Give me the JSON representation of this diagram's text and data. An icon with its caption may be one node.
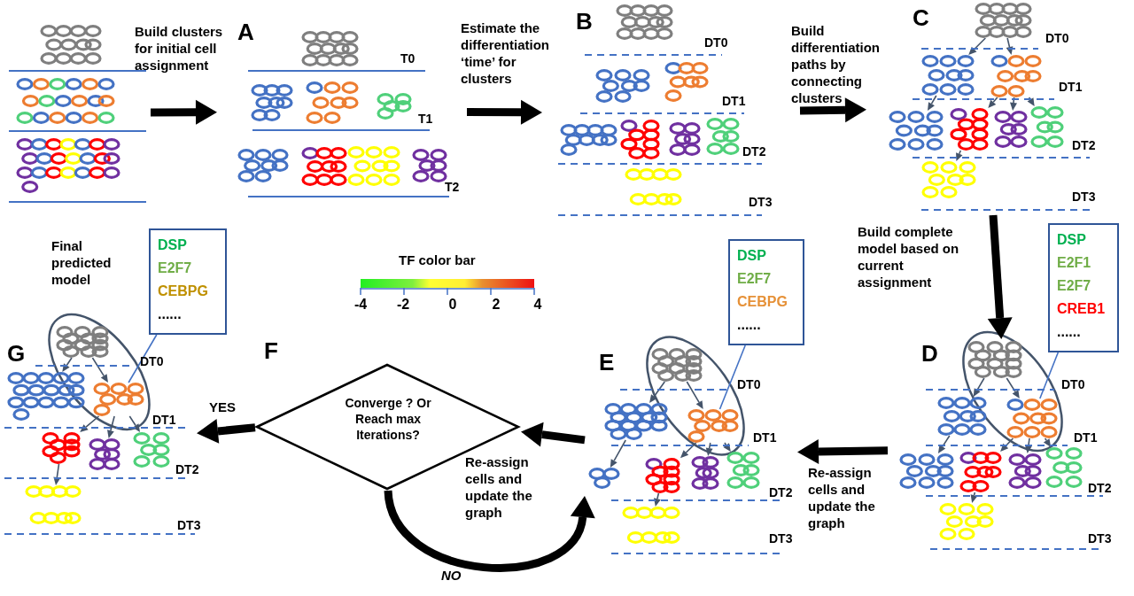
{
  "diagram": {
    "nodes": [
      {
        "text": [],
        "shape": "box"
      },
      {
        "text": [
          "A"
        ]
      },
      {
        "text": [
          "B"
        ]
      },
      {
        "text": [
          "C"
        ]
      },
      {
        "text": [
          "D"
        ]
      },
      {
        "text": [
          "E"
        ]
      },
      {
        "text": [
          "F",
          "Converge ? Or Reach max Iterations?"
        ]
      },
      {
        "text": [
          "G"
        ]
      },
      {
        "text": [],
        "shape": "circle",
        "in": 3
      },
      {
        "text": [],
        "shape": "circle",
        "in": 3
      },
      {
        "text": [],
        "shape": "circle",
        "in": 3
      },
      {
        "text": [],
        "shape": "circle",
        "in": 3
      },
      {
        "text": [],
        "shape": "circle",
        "in": 3
      },
      {
        "text": [],
        "shape": "circle",
        "in": 3
      },
      {
        "text": [],
        "shape": "circle",
        "in": 3
      },
      {
        "text": [],
        "shape": "circle",
        "in": 3
      },
      {
        "text": [],
        "shape": "circle",
        "in": 4
      },
      {
        "text": [],
        "shape": "circle",
        "in": 4
      },
      {
        "text": [],
        "shape": "circle",
        "in": 4
      },
      {
        "text": [],
        "shape": "circle",
        "in": 4
      },
      {
        "text": [],
        "shape": "circle",
        "in": 4
      },
      {
        "text": [],
        "shape": "circle",
        "in": 4
      },
      {
        "text": [],
        "shape": "circle",
        "in": 4
      },
      {
        "text": [],
        "shape": "circle",
        "in": 4
      },
      {
        "text": [
          "DSP",
          "E2F1",
          "E2F7",
          "CREB1",
          "......"
        ]
      },
      {
        "text": [],
        "shape": "circle",
        "in": 5
      },
      {
        "text": [],
        "shape": "circle",
        "in": 5
      },
      {
        "text": [],
        "shape": "circle",
        "in": 5
      },
      {
        "text": [],
        "shape": "circle",
        "in": 5
      },
      {
        "text": [],
        "shape": "circle",
        "in": 5
      },
      {
        "text": [],
        "shape": "circle",
        "in": 5
      },
      {
        "text": [],
        "shape": "circle",
        "in": 5
      },
      {
        "text": [],
        "shape": "circle",
        "in": 5
      },
      {
        "text": [
          "DSP",
          "E2F7",
          "CEBPG",
          "......"
        ]
      },
      {
        "text": [],
        "shape": "circle",
        "in": 7
      },
      {
        "text": [],
        "shape": "circle",
        "in": 7
      },
      {
        "text": [],
        "shape": "circle",
        "in": 7
      },
      {
        "text": [],
        "shape": "circle",
        "in": 7
      },
      {
        "text": [],
        "shape": "circle",
        "in": 7
      },
      {
        "text": [],
        "shape": "circle",
        "in": 7
      },
      {
        "text": [],
        "shape": "circle",
        "in": 7
      },
      {
        "text": [
          "DSP",
          "E2F7",
          "CEBPG",
          "......"
        ]
      }
    ],
    "edges": [
      {
        "from": 0,
        "to": 1,
        "arrow": "to",
        "label": "Build clusters for initial cell assignment",
        "style": "thick",
        "color": "#000000"
      },
      {
        "from": 1,
        "to": 2,
        "arrow": "to",
        "label": "Estimate the differentiation ‘time’ for clusters",
        "style": "thick",
        "color": "#000000"
      },
      {
        "from": 2,
        "to": 3,
        "arrow": "to",
        "label": "Build differentiation paths by connecting clusters",
        "style": "thick",
        "color": "#000000"
      },
      {
        "from": 3,
        "to": 4,
        "arrow": "to",
        "label": "Build complete model based on current assignment",
        "style": "thick",
        "color": "#000000"
      },
      {
        "from": 4,
        "to": 5,
        "arrow": "to",
        "label": "Re-assign cells and update the graph",
        "style": "thick",
        "color": "#000000"
      },
      {
        "from": 5,
        "to": 6,
        "arrow": "to",
        "style": "thick",
        "color": "#000000"
      },
      {
        "from": 6,
        "to": 7,
        "arrow": "to",
        "label": "YES",
        "style": "thick",
        "color": "#000000"
      },
      {
        "from": 6,
        "to": 5,
        "arrow": "to",
        "label": "NO",
        "style": "thick",
        "color": "#000000"
      },
      {
        "from": 8,
        "to": 9,
        "arrow": "to"
      },
      {
        "from": 8,
        "to": 10,
        "arrow": "to"
      },
      {
        "from": 9,
        "to": 11,
        "arrow": "to"
      },
      {
        "from": 10,
        "to": 12,
        "arrow": "to"
      },
      {
        "from": 10,
        "to": 13,
        "arrow": "to"
      },
      {
        "from": 10,
        "to": 14,
        "arrow": "to"
      },
      {
        "from": 12,
        "to": 15,
        "arrow": "to"
      },
      {
        "from": 16,
        "to": 17,
        "arrow": "to"
      },
      {
        "from": 16,
        "to": 18,
        "arrow": "to"
      },
      {
        "from": 17,
        "to": 19,
        "arrow": "to"
      },
      {
        "from": 18,
        "to": 20,
        "arrow": "to"
      },
      {
        "from": 18,
        "to": 21,
        "arrow": "to"
      },
      {
        "from": 18,
        "to": 22,
        "arrow": "to"
      },
      {
        "from": 20,
        "to": 23,
        "arrow": "to"
      },
      {
        "from": 24,
        "to": 18,
        "arrow": "none",
        "color": "#4472c4"
      },
      {
        "from": 25,
        "to": 26,
        "arrow": "to"
      },
      {
        "from": 25,
        "to": 27,
        "arrow": "to"
      },
      {
        "from": 26,
        "to": 28,
        "arrow": "to"
      },
      {
        "from": 27,
        "to": 29,
        "arrow": "to"
      },
      {
        "from": 27,
        "to": 30,
        "arrow": "to"
      },
      {
        "from": 27,
        "to": 31,
        "arrow": "to"
      },
      {
        "from": 29,
        "to": 32,
        "arrow": "to"
      },
      {
        "from": 33,
        "to": 27,
        "arrow": "none",
        "color": "#4472c4"
      },
      {
        "from": 34,
        "to": 35,
        "arrow": "to"
      },
      {
        "from": 34,
        "to": 36,
        "arrow": "to"
      },
      {
        "from": 36,
        "to": 37,
        "arrow": "to"
      },
      {
        "from": 36,
        "to": 38,
        "arrow": "to"
      },
      {
        "from": 36,
        "to": 39,
        "arrow": "to"
      },
      {
        "from": 37,
        "to": 40,
        "arrow": "to"
      },
      {
        "from": 41,
        "to": 36,
        "arrow": "none",
        "color": "#4472c4"
      }
    ],
    "labels": [
      "T0",
      "T1",
      "T2",
      "DT0",
      "DT1",
      "DT2",
      "DT3",
      "DT0",
      "DT1",
      "DT2",
      "DT3",
      "Final predicted model",
      "TF color bar",
      "-4",
      "-2",
      "0",
      "2",
      "4",
      "DT0",
      "DT1",
      "DT2",
      "DT3",
      "DT0",
      "DT1",
      "DT2",
      "DT3",
      "DT0",
      "DT1",
      "DT2",
      "DT3",
      "Re-assign cells and update the graph"
    ]
  }
}
